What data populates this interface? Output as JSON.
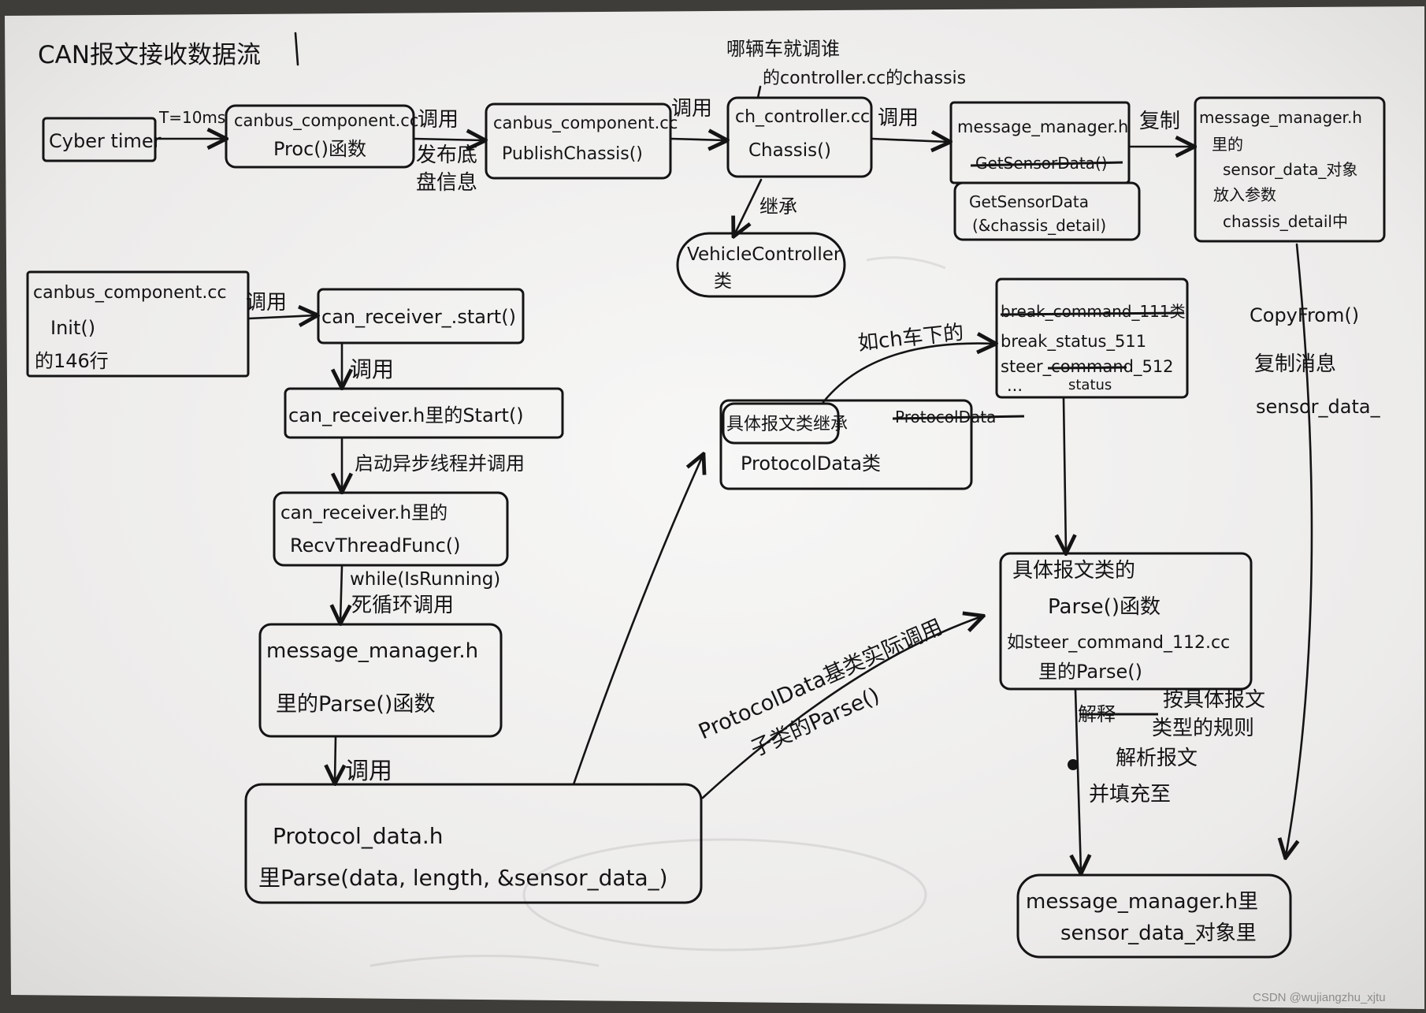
{
  "title": "CAN报文接收数据流",
  "watermark": "CSDN @wujiangzhu_xjtu",
  "nodes": {
    "cyber_timer": [
      "Cyber timer"
    ],
    "canbus_proc": [
      "canbus_component.cc",
      "Proc()函数"
    ],
    "publish_chassis": [
      "canbus_component.cc",
      "PublishChassis()"
    ],
    "ch_controller": [
      "ch_controller.cc",
      "Chassis()"
    ],
    "mm_getsensor": [
      "message_manager.h",
      "GetSensorData()"
    ],
    "getsensor_detail": [
      "GetSensorData",
      "(&chassis_detail)"
    ],
    "mm_sensor_copy": [
      "message_manager.h",
      "里的",
      "sensor_data_对象",
      "放入参数",
      "chassis_detail中"
    ],
    "vehicle_controller": [
      "VehicleController",
      "类"
    ],
    "canbus_init": [
      "canbus_component.cc",
      "Init()",
      "的146行"
    ],
    "receiver_start": [
      "can_receiver_.start()"
    ],
    "receiver_h_start": [
      "can_receiver.h里的Start()"
    ],
    "recv_thread": [
      "can_receiver.h里的",
      "RecvThreadFunc()"
    ],
    "mm_parse": [
      "message_manager.h",
      "里的Parse()函数"
    ],
    "protocol_data": [
      "Protocol_data.h",
      "里Parse(data, length, &sensor_data_)"
    ],
    "concrete_class": [
      "具体报文类继承",
      "ProtocolData",
      "ProtocolData类"
    ],
    "msg_list": [
      "break_command_111类",
      "break_status_511",
      "steer_command_512",
      "...",
      "status"
    ],
    "concrete_parse": [
      "具体报文类的",
      "Parse()函数",
      "如steer_command_112.cc",
      "里的Parse()"
    ],
    "mm_sensor_final": [
      "message_manager.h里",
      "sensor_data_对象里"
    ]
  },
  "edge_labels": {
    "note_which_vehicle": [
      "哪辆车就调谁",
      "的controller.cc的chassis"
    ],
    "t_10ms": "T=10ms",
    "call_1": "调用",
    "publish_info": [
      "发布底",
      "盘信息"
    ],
    "call_2": "调用",
    "call_3": "调用",
    "copy": "复制",
    "inherit": "继承",
    "call_init": "调用",
    "call_start": "调用",
    "start_async": "启动异步线程并调用",
    "while_loop": [
      "while(IsRunning)",
      "死循环调用"
    ],
    "call_parse": "调用",
    "base_call": [
      "ProtocolData基类实际调用",
      "子类的Parse()"
    ],
    "ch_vehicle": "如ch车下的",
    "copyfrom": [
      "CopyFrom()",
      "复制消息",
      "sensor_data_"
    ],
    "fill": [
      "解释",
      "按具体报文",
      "类型的规则",
      "解析报文",
      "并填充至"
    ]
  }
}
